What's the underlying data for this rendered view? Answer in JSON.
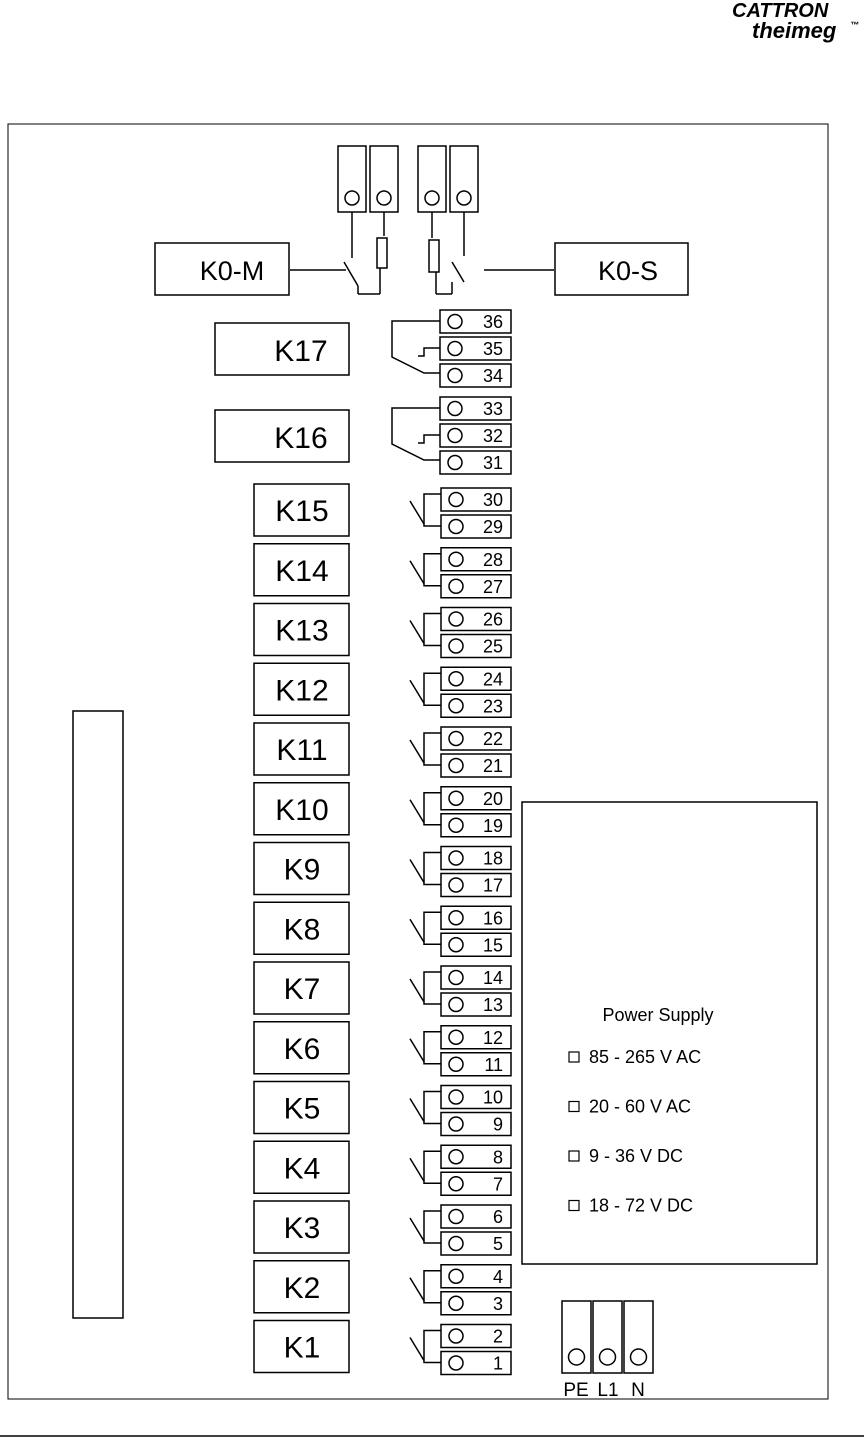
{
  "logo": {
    "top": "CATTRON",
    "bottom": "theimeg",
    "mark": "™"
  },
  "relays": {
    "main": "K0-M",
    "secondary": "K0-S",
    "changeover": [
      {
        "label": "K17",
        "terminals": [
          "36",
          "35",
          "34"
        ]
      },
      {
        "label": "K16",
        "terminals": [
          "33",
          "32",
          "31"
        ]
      }
    ],
    "simple": [
      {
        "label": "K15",
        "terminals": [
          "30",
          "29"
        ]
      },
      {
        "label": "K14",
        "terminals": [
          "28",
          "27"
        ]
      },
      {
        "label": "K13",
        "terminals": [
          "26",
          "25"
        ]
      },
      {
        "label": "K12",
        "terminals": [
          "24",
          "23"
        ]
      },
      {
        "label": "K11",
        "terminals": [
          "22",
          "21"
        ]
      },
      {
        "label": "K10",
        "terminals": [
          "20",
          "19"
        ]
      },
      {
        "label": "K9",
        "terminals": [
          "18",
          "17"
        ]
      },
      {
        "label": "K8",
        "terminals": [
          "16",
          "15"
        ]
      },
      {
        "label": "K7",
        "terminals": [
          "14",
          "13"
        ]
      },
      {
        "label": "K6",
        "terminals": [
          "12",
          "11"
        ]
      },
      {
        "label": "K5",
        "terminals": [
          "10",
          "9"
        ]
      },
      {
        "label": "K4",
        "terminals": [
          "8",
          "7"
        ]
      },
      {
        "label": "K3",
        "terminals": [
          "6",
          "5"
        ]
      },
      {
        "label": "K2",
        "terminals": [
          "4",
          "3"
        ]
      },
      {
        "label": "K1",
        "terminals": [
          "2",
          "1"
        ]
      }
    ]
  },
  "power_supply": {
    "title": "Power Supply",
    "options": [
      "85 - 265 V AC",
      "20 - 60 V AC",
      "9 - 36 V DC",
      "18 - 72 V DC"
    ]
  },
  "power_terminals": [
    "PE",
    "L1",
    "N"
  ]
}
